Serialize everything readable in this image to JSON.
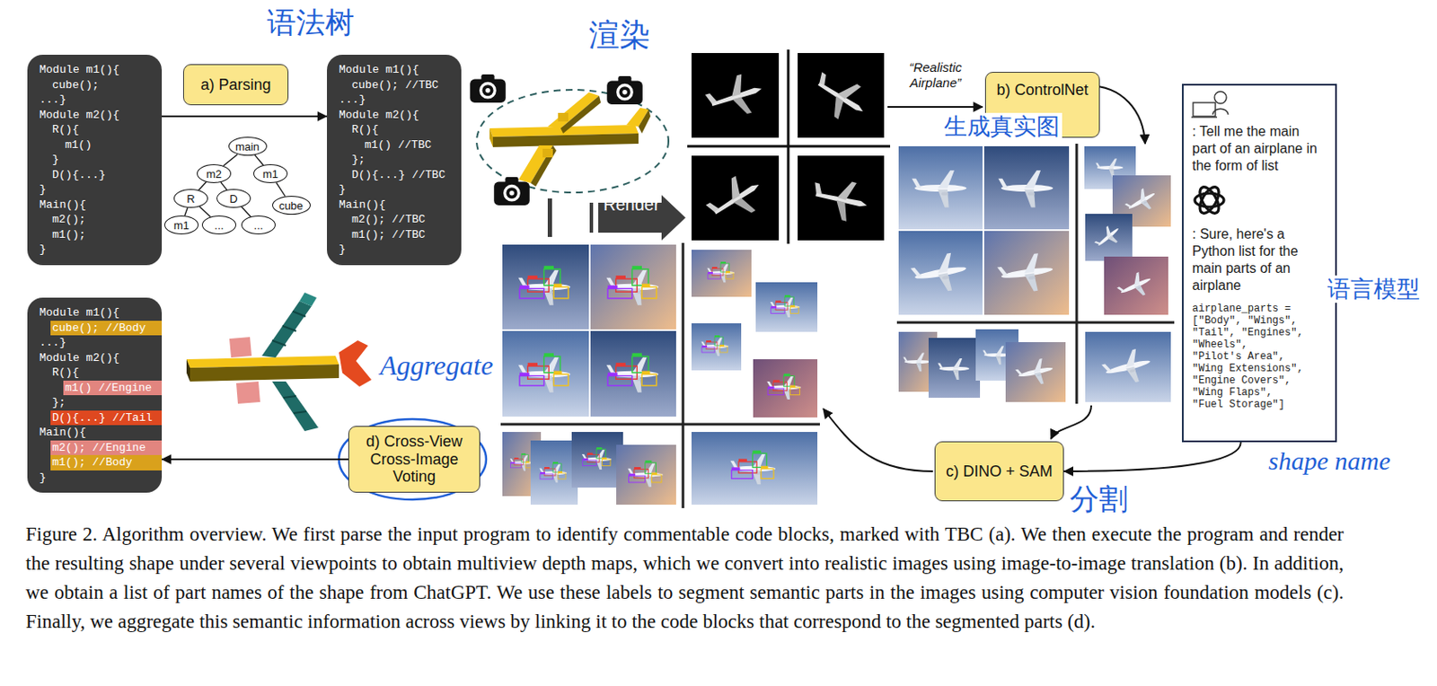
{
  "diagram": {
    "caption": "Figure 2. Algorithm overview. We first parse the input program to identify commentable code blocks, marked with TBC (a). We then execute the program and render the resulting shape under several viewpoints to obtain multiview depth maps, which we convert into realistic images using image-to-image translation (b). In addition, we obtain a list of part names of the shape from ChatGPT. We use these labels to segment semantic parts in the images using computer vision foundation models (c). Finally, we aggregate this semantic information across views by linking it to the code blocks that correspond to the segmented parts (d).",
    "nodes": [
      {
        "text": [
          "Module m1(){",
          "cube();",
          "...}",
          "Module m2(){",
          "R(){",
          "m1()",
          "}",
          "D(){...}",
          "}",
          "Main(){",
          "m2();",
          "m1();",
          "}"
        ]
      },
      {
        "text": [
          "a) Parsing"
        ]
      },
      {
        "text": [
          "main"
        ]
      },
      {
        "text": [
          "m2"
        ]
      },
      {
        "text": [
          "m1"
        ]
      },
      {
        "text": [
          "R"
        ]
      },
      {
        "text": [
          "D"
        ]
      },
      {
        "text": [
          "cube"
        ]
      },
      {
        "text": [
          "m1"
        ]
      },
      {
        "text": [
          "..."
        ]
      },
      {
        "text": [
          "..."
        ]
      },
      {
        "text": [
          "Module m1(){",
          "cube(); //TBC",
          "...}",
          "Module m2(){",
          "R(){",
          "m1() //TBC",
          "};",
          "D(){...} //TBC",
          "}",
          "Main(){",
          "m2(); //TBC",
          "m1(); //TBC",
          "}"
        ]
      },
      {
        "text": [
          "Render"
        ]
      },
      {
        "text": [
          "b) ControlNet"
        ]
      },
      {
        "text": [
          ": Tell me the main part of an airplane in the form of list",
          ": Sure, here's a Python list for the main parts of an airplane",
          "airplane_parts =",
          "[\"Body\", \"Wings\",",
          "\"Tail\", \"Engines\",",
          "\"Wheels\",",
          "\"Pilot's Area\",",
          "\"Wing Extensions\",",
          "\"Engine Covers\",",
          "\"Wing Flaps\",",
          "\"Fuel Storage\"]"
        ]
      },
      {
        "text": [
          "Module m1(){",
          "cube(); //Body",
          "...}",
          "Module m2(){",
          "R(){",
          "m1() //Engine",
          "};",
          "D(){...} //Tail",
          "Main(){",
          "m2(); //Engine",
          "m1(); //Body",
          "}"
        ]
      },
      {
        "text": [
          "d) Cross-View Cross-Image Voting"
        ]
      },
      {
        "text": [
          "c) DINO + SAM"
        ]
      }
    ],
    "edges": [
      {
        "from": 0,
        "to": 11,
        "arrow": "to"
      },
      {
        "from": 2,
        "to": 3,
        "arrow": "none"
      },
      {
        "from": 2,
        "to": 4,
        "arrow": "none"
      },
      {
        "from": 3,
        "to": 5,
        "arrow": "none"
      },
      {
        "from": 3,
        "to": 6,
        "arrow": "none"
      },
      {
        "from": 4,
        "to": 7,
        "arrow": "none"
      },
      {
        "from": 5,
        "to": 8,
        "arrow": "none"
      },
      {
        "from": 5,
        "to": 9,
        "arrow": "none"
      },
      {
        "from": 6,
        "to": 10,
        "arrow": "none"
      },
      {
        "from": 14,
        "to": 17,
        "arrow": "to"
      },
      {
        "from": 16,
        "to": 15,
        "arrow": "to"
      }
    ],
    "labels": [
      "“Realistic Airplane”",
      "语法树",
      "渲染",
      "生成真实图",
      "语言模型",
      "shape name",
      "Aggregate",
      "分割"
    ]
  }
}
